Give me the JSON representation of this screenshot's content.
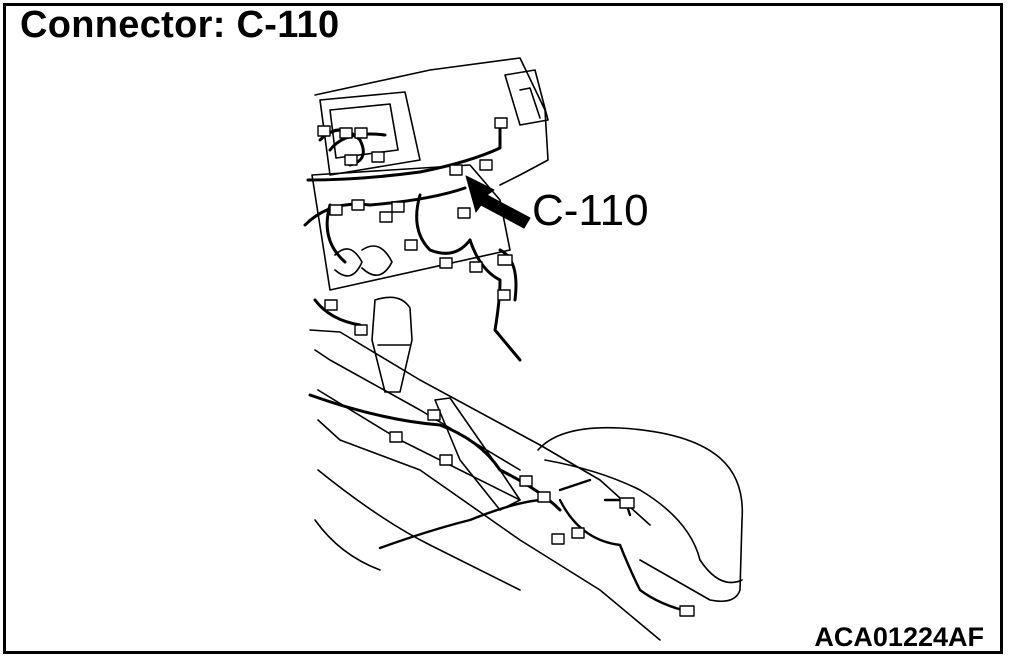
{
  "title": "Connector: C-110",
  "callout_label": "C-110",
  "figure_code": "ACA01224AF",
  "colors": {
    "line": "#000000",
    "background": "#ffffff"
  },
  "illustration": {
    "subject": "center console and instrument panel wiring harness",
    "arrow_icon": "arrow-pointing-to-connector"
  }
}
